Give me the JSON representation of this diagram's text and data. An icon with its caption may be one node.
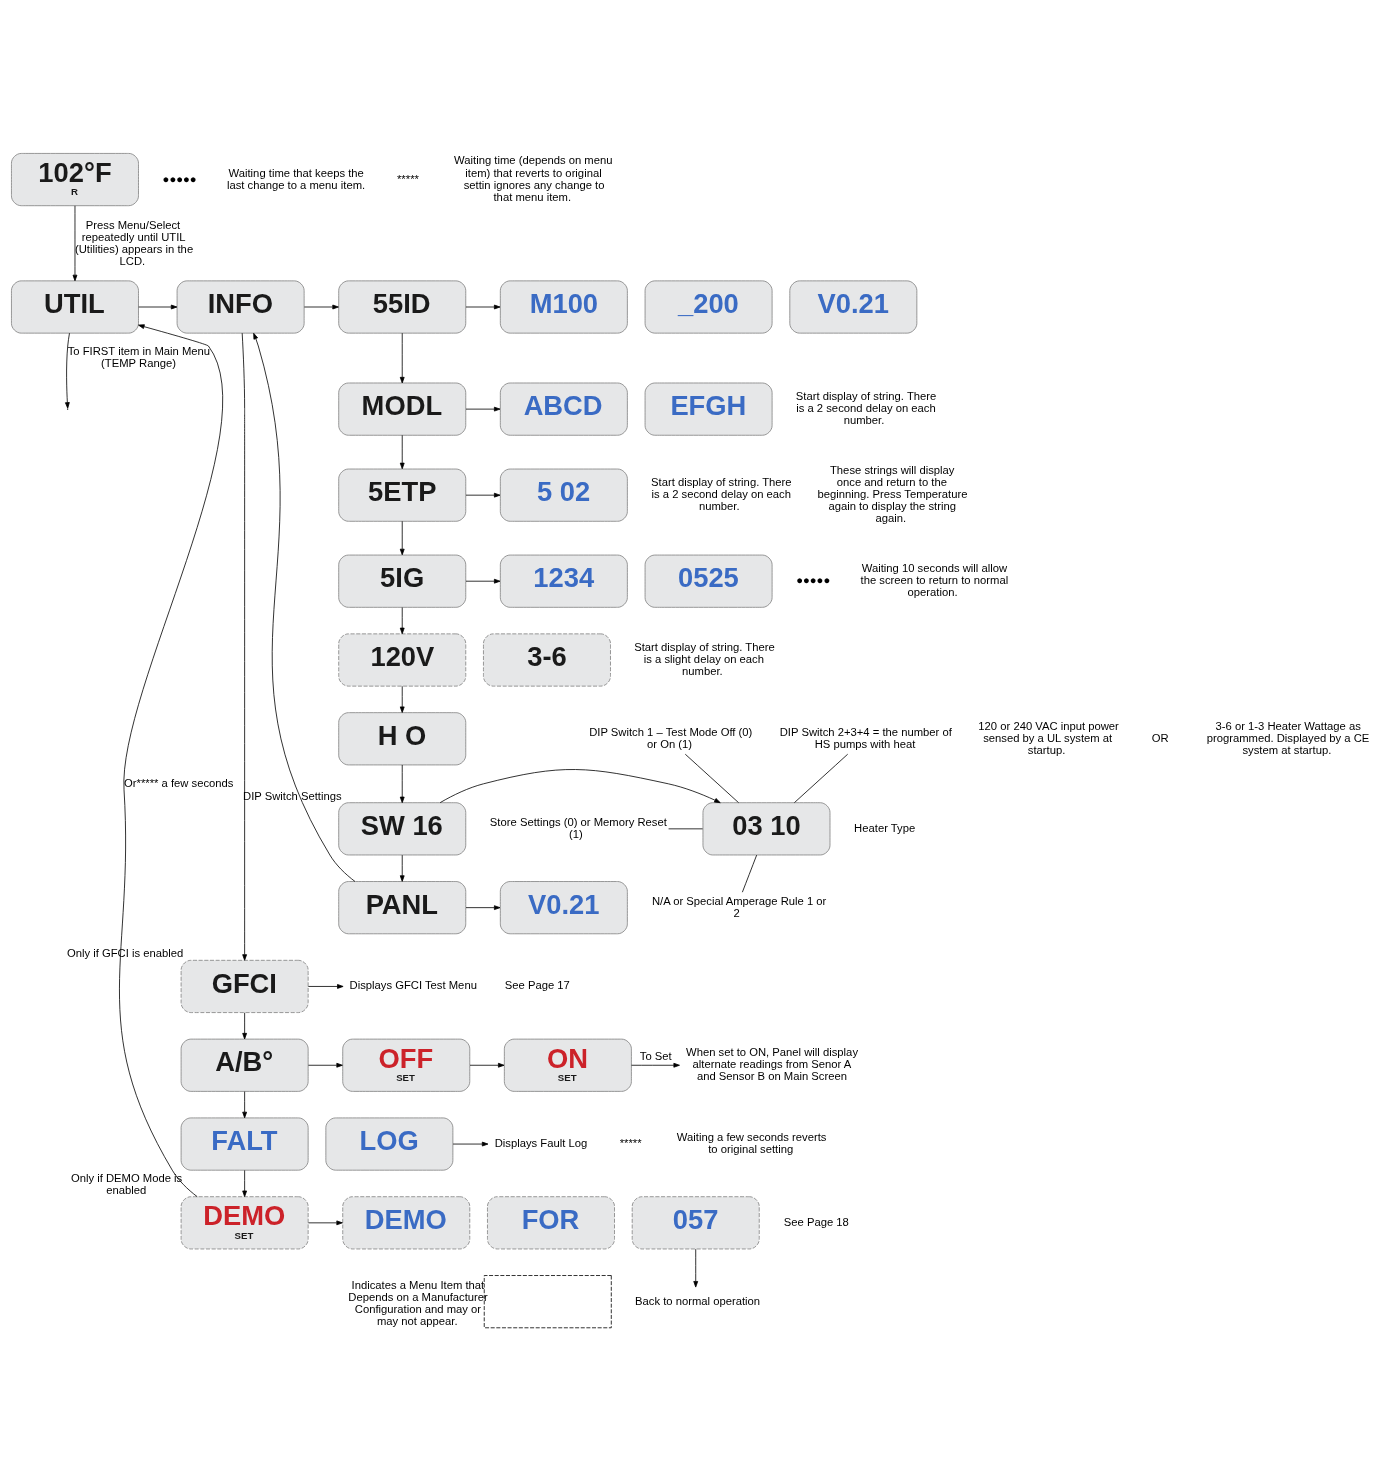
{
  "diagram": {
    "nodes": [
      {
        "text": [
          "102°F",
          "R"
        ]
      },
      {
        "text": [
          "UTIL"
        ]
      },
      {
        "text": [
          "INFO"
        ]
      },
      {
        "text": [
          "55ID"
        ]
      },
      {
        "text": [
          "M100"
        ]
      },
      {
        "text": [
          "_200"
        ]
      },
      {
        "text": [
          "V0.21"
        ]
      },
      {
        "text": [
          "MODL"
        ]
      },
      {
        "text": [
          "ABCD"
        ]
      },
      {
        "text": [
          "EFGH"
        ]
      },
      {
        "text": [
          "5ETP"
        ]
      },
      {
        "text": [
          "5 02"
        ]
      },
      {
        "text": [
          "5IG"
        ]
      },
      {
        "text": [
          "1234"
        ]
      },
      {
        "text": [
          "0525"
        ]
      },
      {
        "text": [
          "120V"
        ]
      },
      {
        "text": [
          "3-6"
        ]
      },
      {
        "text": [
          "H O"
        ]
      },
      {
        "text": [
          "SW 16"
        ],
        "beside": [
          "DIP Switch Settings"
        ]
      },
      {
        "text": [
          "03 10"
        ]
      },
      {
        "text": [
          "DIP Switch 1 – Test Mode Off (0) or On (1)"
        ]
      },
      {
        "text": [
          "DIP Switch 2+3+4 = the number of HS pumps with heat"
        ]
      },
      {
        "text": [
          "Store Settings (0) or Memory Reset (1)"
        ]
      },
      {
        "text": [
          "N/A or Special Amperage Rule 1 or 2"
        ]
      },
      {
        "text": [
          "PANL"
        ]
      },
      {
        "text": [
          "V0.21"
        ]
      },
      {
        "text": [
          "GFCI"
        ],
        "beside": [
          "Only if GFCI is enabled"
        ]
      },
      {
        "text": [
          "Displays GFCI Test Menu"
        ]
      },
      {
        "text": [],
        "shape": "box",
        "beside": [
          "Indicates a Menu Item that Depends on a Manufacturer Configuration and may or may not appear."
        ]
      },
      {
        "text": [
          "A/B°"
        ]
      },
      {
        "text": [
          "OFF",
          "SET"
        ]
      },
      {
        "text": [
          "ON",
          "SET"
        ]
      },
      {
        "text": [
          "When set to ON, Panel will display alternate readings from Senor A and Sensor B on Main Screen"
        ]
      },
      {
        "text": [
          "FALT"
        ]
      },
      {
        "text": [
          "LOG"
        ]
      },
      {
        "text": [
          "Displays Fault Log"
        ]
      },
      {
        "text": [
          "DEMO",
          "SET"
        ],
        "beside": [
          "Only if DEMO Mode is enabled"
        ]
      },
      {
        "text": [
          "DEMO"
        ]
      },
      {
        "text": [
          "FOR"
        ]
      },
      {
        "text": [
          "057"
        ]
      },
      {
        "text": [
          "Back to normal operation"
        ]
      }
    ],
    "edges": [
      {
        "from": 0,
        "to": 1,
        "arrow": "to",
        "label": "Press Menu/Select repeatedly until UTIL (Utilities) appears in the LCD."
      },
      {
        "from": 1,
        "to": 2,
        "arrow": "to"
      },
      {
        "from": 2,
        "to": 3,
        "arrow": "to"
      },
      {
        "from": 3,
        "to": 4,
        "arrow": "to"
      },
      {
        "from": 3,
        "to": 7,
        "arrow": "to"
      },
      {
        "from": 7,
        "to": 8,
        "arrow": "to"
      },
      {
        "from": 7,
        "to": 10,
        "arrow": "to"
      },
      {
        "from": 10,
        "to": 11,
        "arrow": "to"
      },
      {
        "from": 10,
        "to": 12,
        "arrow": "to"
      },
      {
        "from": 12,
        "to": 13,
        "arrow": "to"
      },
      {
        "from": 12,
        "to": 15,
        "arrow": "to"
      },
      {
        "from": 15,
        "to": 17,
        "arrow": "to"
      },
      {
        "from": 17,
        "to": 18,
        "arrow": "to"
      },
      {
        "from": 18,
        "to": 19,
        "arrow": "to"
      },
      {
        "from": 20,
        "to": 19,
        "arrow": "none"
      },
      {
        "from": 21,
        "to": 19,
        "arrow": "none"
      },
      {
        "from": 22,
        "to": 19,
        "arrow": "none"
      },
      {
        "from": 23,
        "to": 19,
        "arrow": "none"
      },
      {
        "from": 18,
        "to": 24,
        "arrow": "to"
      },
      {
        "from": 24,
        "to": 25,
        "arrow": "to"
      },
      {
        "from": 24,
        "to": 2,
        "arrow": "to"
      },
      {
        "from": 2,
        "to": 26,
        "arrow": "to"
      },
      {
        "from": 26,
        "to": 27,
        "arrow": "to"
      },
      {
        "from": 26,
        "to": 29,
        "arrow": "to"
      },
      {
        "from": 29,
        "to": 30,
        "arrow": "to"
      },
      {
        "from": 30,
        "to": 31,
        "arrow": "to"
      },
      {
        "from": 31,
        "to": 32,
        "arrow": "to",
        "label": "To Set"
      },
      {
        "from": 29,
        "to": 33,
        "arrow": "to"
      },
      {
        "from": 34,
        "to": 35,
        "arrow": "to"
      },
      {
        "from": 33,
        "to": 36,
        "arrow": "to"
      },
      {
        "from": 36,
        "to": 37,
        "arrow": "to"
      },
      {
        "from": 36,
        "to": 1,
        "arrow": "to",
        "label": "Or***** a few seconds"
      },
      {
        "from": 39,
        "to": 40,
        "arrow": "to"
      },
      {
        "from": 1,
        "to": null,
        "arrow": "to",
        "label": "To FIRST item in Main Menu (TEMP Range)"
      }
    ],
    "labels": [
      "●●●●●",
      "Waiting time that keeps the last change to a menu item.",
      "*****",
      "Waiting time (depends on menu item) that reverts to original settin ignores any change to that menu item.",
      "Start display of string. There is a 2 second delay on each number.",
      "Start display of string. There is a 2 second delay on each number.",
      "These strings will display once and return to the beginning. Press Temperature again to display the string again.",
      "●●●●●",
      "Waiting 10 seconds will allow the screen to return to normal operation.",
      "Start display of string. There is a slight delay on each number.",
      "120 or 240 VAC input power sensed by a UL system at startup.",
      "OR",
      "3-6 or 1-3 Heater Wattage as programmed. Displayed by a CE system at startup.",
      "Heater Type",
      "See Page 17",
      "*****",
      "Waiting a few seconds reverts to original setting",
      "See Page 18"
    ]
  }
}
